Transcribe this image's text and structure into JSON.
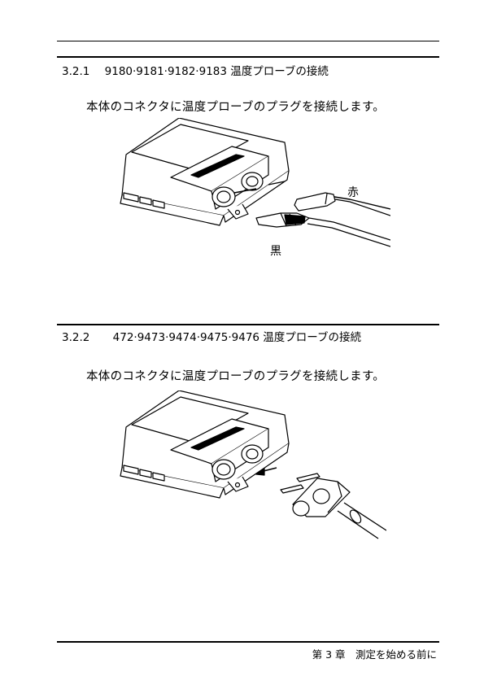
{
  "section1": {
    "number": "3.2.1",
    "title": "9180·9181·9182·9183 温度プローブの接続",
    "body": "本体のコネクタに温度プローブのプラグを接続します。",
    "label_red": "赤",
    "label_black": "黒"
  },
  "section2": {
    "number": "3.2.2",
    "title": "472·9473·9474·9475·9476 温度プローブの接続",
    "body": "本体のコネクタに温度プローブのプラグを接続します。"
  },
  "footer": {
    "text": "第 3 章　測定を始める前に"
  }
}
